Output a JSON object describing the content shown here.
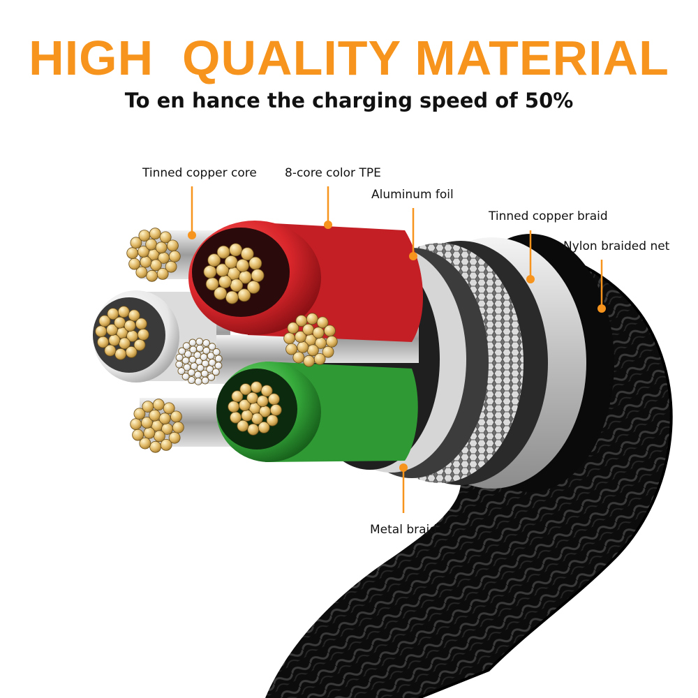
{
  "header": {
    "title": "HIGH  QUALITY MATERIAL",
    "subtitle": "To en hance the charging speed of 50%"
  },
  "labels": {
    "tinned_copper_core": "Tinned copper core",
    "core_color_tpe": "8-core color TPE",
    "aluminum_foil": "Aluminum foil",
    "tinned_copper_braid": "Tinned copper braid",
    "nylon_braided_net": "Nylon braided net",
    "metal_braid": "Metal braid"
  },
  "colors": {
    "accent": "#f7941d",
    "title": "#f7941d",
    "red_wire": "#d8262b",
    "green_wire": "#35a83a",
    "white_wire": "#eeeeee",
    "copper": "#d9b36a",
    "nylon": "#111111"
  }
}
